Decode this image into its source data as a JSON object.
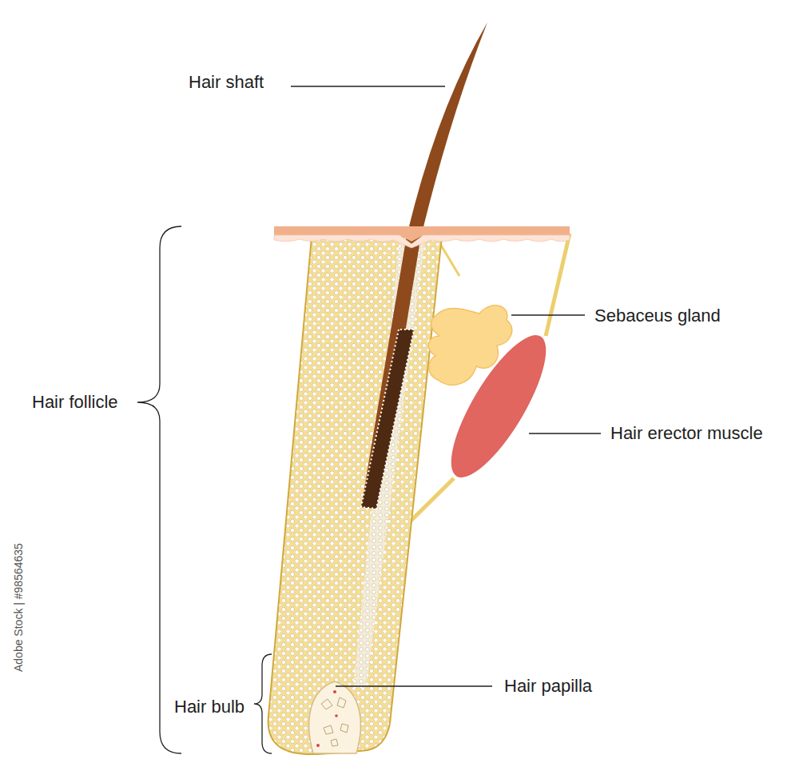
{
  "diagram": {
    "labels": [
      "Hair shaft",
      "Sebaceus gland",
      "Hair erector muscle",
      "Hair follicle",
      "Hair bulb",
      "Hair papilla",
      "Adobe Stock | #98564635"
    ]
  }
}
